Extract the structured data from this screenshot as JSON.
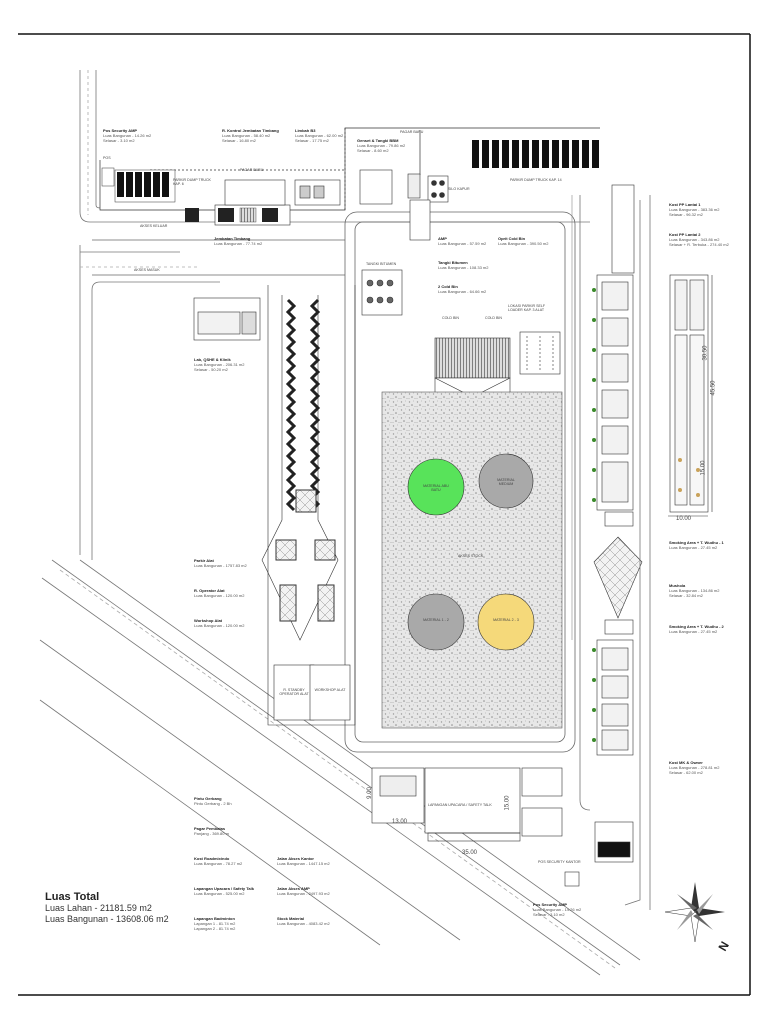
{
  "labels": {
    "pos_security_amp_top": {
      "title": "Pos Security AMP",
      "l1": "Luas Bangunan - 14.26 m2",
      "l2": "Selasar - 3.10 m2"
    },
    "r_kontrol": {
      "title": "R. Kontrol Jembatan Timbang",
      "l1": "Luas Bangunan - 58.40 m2",
      "l2": "Selasar - 16.80 m2"
    },
    "limbah": {
      "title": "Limbah B3",
      "l1": "Luas Bangunan - 62.00 m2",
      "l2": "Selasar - 17.75 m2"
    },
    "genset": {
      "title": "Genset & Tangki BBM",
      "l1": "Luas Bangunan - 79.86 m2",
      "l2": "Selasar - 8.60 m2"
    },
    "jembatan": {
      "title": "Jembatan Timbang",
      "l1": "Luas Bangunan - 77.74 m2"
    },
    "amp": {
      "title": "AMP",
      "l1": "Luas Bangunan - 57.59 m2"
    },
    "oprit": {
      "title": "Oprit Cold Bin",
      "l1": "Luas Bangunan - 390.50 m2"
    },
    "tangki_bitumen": {
      "title": "Tangki Bitumen",
      "l1": "Luas Bangunan - 108.33 m2"
    },
    "cold_bin": {
      "title": "2 Cold Bin",
      "l1": "Luas Bangunan - 64.66 m2"
    },
    "lab": {
      "title": "Lab, QSHE & Klinik",
      "l1": "Luas Bangunan - 206.31 m2",
      "l2": "Selasar - 50.20 m2"
    },
    "parkir_alat": {
      "title": "Parkir Alat",
      "l1": "Luas Bangunan - 1757.83 m2"
    },
    "r_operator": {
      "title": "R. Operator Alat",
      "l1": "Luas Bangunan - 120.00 m2"
    },
    "workshop": {
      "title": "Workshop Alat",
      "l1": "Luas Bangunan - 120.00 m2"
    },
    "pintu": {
      "title": "Pintu Gerbang",
      "l1": "Pintu Gerbang - 2 Bh"
    },
    "pagar": {
      "title": "Pagar Pembatas",
      "l1": "Panjang - 369.80 m"
    },
    "kost_road": {
      "title": "Kost Roadmixindo",
      "l1": "Luas Bangunan - 78.27 m2"
    },
    "lapangan_upacara": {
      "title": "Lapangan Upacara / Safety Talk",
      "l1": "Luas Bangunan - 525.00 m2"
    },
    "lapangan_badminton": {
      "title": "Lapangan Badminton",
      "l1": "Lapangan 1 - 81.74 m2",
      "l2": "Lapangan 2 - 81.74 m2"
    },
    "jalan_kantor": {
      "title": "Jalan Akses Kantor",
      "l1": "Luas Bangunan - 1447.15 m2"
    },
    "jalan_amp": {
      "title": "Jalan Akses AMP",
      "l1": "Luas Bangunan - 2497.93 m2"
    },
    "stock_material": {
      "title": "Stock Material",
      "l1": "Luas Bangunan - 4083.42 m2"
    },
    "pos_security_amp_bottom": {
      "title": "Pos Security AMP",
      "l1": "Luas Bangunan - 14.26 m2",
      "l2": "Selasar - 3.10 m2"
    },
    "kost_pp1": {
      "title": "Kost PP Lantai 1",
      "l1": "Luas Bangunan - 383.36 m2",
      "l2": "Selasar - 96.32 m2"
    },
    "kost_pp2": {
      "title": "Kost PP Lantai 2",
      "l1": "Luas Bangunan - 343.86 m2",
      "l2": "Selasar + R. Terbuka - 274.40 m2"
    },
    "smoking1": {
      "title": "Smoking Area + T. Wudhu - 1",
      "l1": "Luas Bangunan - 27.45 m2"
    },
    "mushola": {
      "title": "Mushola",
      "l1": "Luas Bangunan - 134.86 m2",
      "l2": "Selasar - 32.84 m2"
    },
    "smoking2": {
      "title": "Smoking Area + T. Wudhu - 2",
      "l1": "Luas Bangunan - 27.45 m2"
    },
    "kost_mk": {
      "title": "Kost MK & Owner",
      "l1": "Luas Bangunan - 278.81 m2",
      "l2": "Selasar - 62.00 m2"
    }
  },
  "map_text": {
    "pagar_baru_1": "PAGAR BARU",
    "pagar_baru_2": "PAGAR BARU",
    "parkir_dump_6": "PARKIR DUMP TRUCK KAP. 6",
    "parkir_dump_14": "PARKIR DUMP TRUCK KAP. 14",
    "silo_kapur": "SILO KAPUR",
    "akses_keluar": "AKSES KELUAR",
    "akses_masuk": "AKSES MASUK",
    "tangki_bitumen": "TANGKI BITUMEN",
    "cold_bin_1": "COLD BIN",
    "cold_bin_2": "COLD BIN",
    "lokasi_parkir": "LOKASI PARKIR SELF LOADER KAP. 3 ALAT",
    "material_abu_batu": "MATERIAL ABU BATU",
    "material_medium": "MATERIAL MEDIUM",
    "material_12": "MATERIAL 1 - 2",
    "material_23": "MATERIAL 2 - 3",
    "akses_stock": "AKSES STOCK",
    "r_standby": "R. STANDBY OPERATOR ALAT",
    "workshop_alat": "WORKSHOP ALAT",
    "lapangan_upacara": "LAPANGAN UPACARA / SAFETY TALK",
    "pos_security_kantor": "POS SECURITY KANTOR",
    "dim_900": "9.00",
    "dim_1300": "13.00",
    "dim_1500": "15.00",
    "dim_3500": "35.00",
    "dim_3050": "30.50",
    "dim_4550": "45.50",
    "dim_1500b": "15.00",
    "dim_1000": "10.00",
    "pos": "POS"
  },
  "totals": {
    "title": "Luas Total",
    "lahan": "Luas Lahan - 21181.59 m2",
    "bangunan": "Luas Bangunan - 13608.06 m2"
  },
  "circles": {
    "green": "#58e35a",
    "grey": "#a9a9a9",
    "yellow": "#f5d97a"
  }
}
